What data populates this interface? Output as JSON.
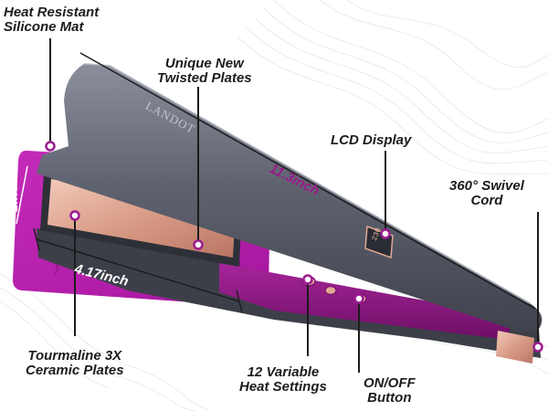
{
  "labels": {
    "mat": "Heat Resistant\nSilicone Mat",
    "plates_new": "Unique New\nTwisted Plates",
    "lcd": "LCD Display",
    "cord": "360° Swivel\nCord",
    "ceramic": "Tourmaline 3X\nCeramic Plates",
    "heat": "12 Variable\nHeat Settings",
    "onoff": "ON/OFF\nButton"
  },
  "measurements": {
    "length": "11.3inch",
    "plate_width": "1inch",
    "plate_length": "4.17inch"
  },
  "brand": "LANDOT",
  "lcd_readout": "230",
  "colors": {
    "body": "#6a6e7b",
    "accent_purple": "#9b1d90",
    "mat": "#b81fb0",
    "plate": "#d9a592",
    "line": "#1c1c1c"
  }
}
